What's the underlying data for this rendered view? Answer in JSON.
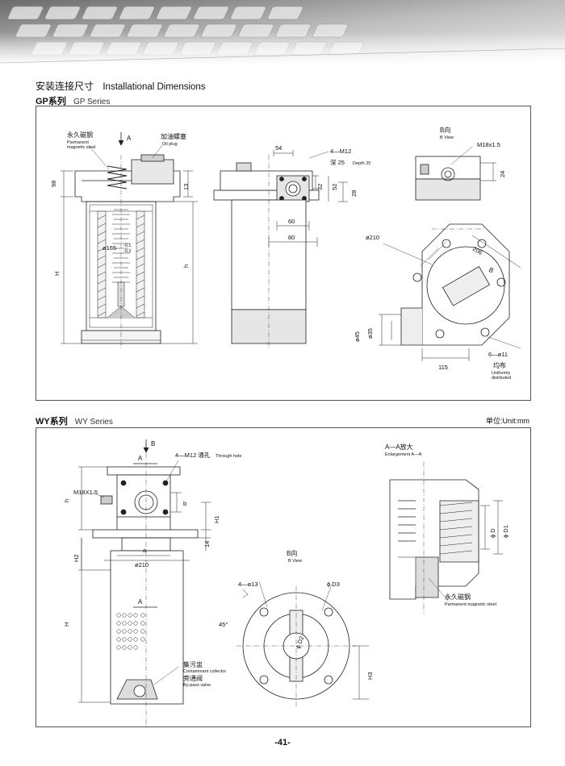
{
  "heading": {
    "zh": "安装连接尺寸",
    "en": "Installational Dimensions"
  },
  "gp": {
    "title_zh": "GP系列",
    "title_en": "GP Series",
    "labels": {
      "magnet_zh": "永久磁钢",
      "magnet_en1": "Parmanent",
      "magnet_en2": "magnetic steel",
      "a_view": "A",
      "plug_zh": "加油螺塞",
      "plug_en": "Oil plug",
      "dim98": "98",
      "dim13": "13",
      "dimH": "H",
      "dimh": "h",
      "dia165": "ø165",
      "tol_up": "-0.1",
      "tol_dn": "-0.2",
      "dim54": "54",
      "m12": "4—M12",
      "depth_zh": "深 25",
      "depth_en": "Depth 25",
      "dim32": "32",
      "dim52": "52",
      "dim28": "28",
      "dim60": "60",
      "dim80": "80",
      "bview_zh": "B向",
      "bview_en": "B View",
      "m18": "M18x1.5",
      "dim24": "24",
      "dia210": "ø210",
      "dim206": "206",
      "b": "B",
      "dia45": "ø45",
      "dia35": "ø35",
      "dim115": "115",
      "holes": "6—ø11",
      "uni_zh": "均布",
      "uni_en1": "Uniformly",
      "uni_en2": "distrbuted"
    }
  },
  "wy": {
    "title_zh": "WY系列",
    "title_en": "WY Series",
    "unit": "单位:Unit:mm",
    "labels": {
      "b_arrow": "B",
      "a_top": "A",
      "m12": "4—M12 通孔",
      "through": "Through hole",
      "m18": "M18X1.5",
      "dimh": "h",
      "dimb": "b",
      "dimH1": "H1",
      "dim14": "14",
      "dimH2": "H2",
      "dima": "a",
      "dia210": "ø210",
      "a_low": "A",
      "dimH": "H",
      "coll_zh": "集污盅",
      "coll_en": "Contaminant collector",
      "bypass_zh": "旁通阀",
      "bypass_en": "By-pass valve",
      "bview_zh": "B向",
      "bview_en": "B View",
      "holes": "4—ø13",
      "d3": "ϕ D3",
      "deg": "45°",
      "d2": "ϕ D2",
      "dimH3": "H3",
      "aa_zh": "A—A放大",
      "aa_en": "Enlargement A—A",
      "d": "ϕ D",
      "d1": "ϕ D1",
      "magnet_zh": "永久磁钢",
      "magnet_en": "Parmanent magnetic steel"
    }
  },
  "page_number": "-41-"
}
